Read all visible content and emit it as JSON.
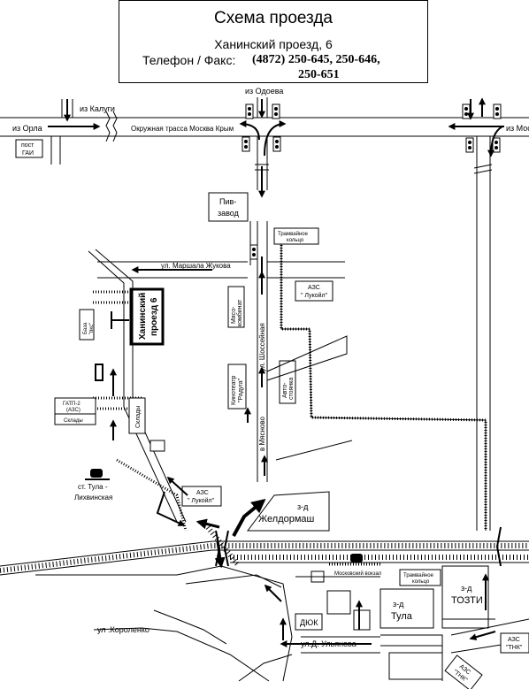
{
  "header": {
    "title": "Схема проезда",
    "address": "Ханинский проезд, 6",
    "phone_label": "Телефон / Факс:",
    "phone_line1": "(4872) 250-645, 250-646,",
    "phone_line2": "250-651"
  },
  "labels": {
    "from_odoev": "из Одоева",
    "from_kaluga": "из Калуги",
    "from_orel": "из Орла",
    "from_moscow": "из Мос",
    "ring_road": "Окружная трасса Москва Крым",
    "gai_post": [
      "пост",
      "ГАИ"
    ],
    "brewery": [
      "Пив-",
      "завод"
    ],
    "tram_ring_1": [
      "Трамвайное",
      "кольцо"
    ],
    "tram_ring_2": [
      "Трамвайное",
      "кольцо"
    ],
    "zhukov_st": "ул. Маршала Жукова",
    "target": [
      "Ханинский",
      "проезд 6"
    ],
    "meat_plant": [
      "Мясо-",
      "комбинат"
    ],
    "azs_lukoil_1": [
      "АЗС",
      "\" Лукойл\""
    ],
    "azs_lukoil_2": [
      "АЗС",
      "\" Лукойл\""
    ],
    "shosseynaya": "ул. Шоссейная",
    "base_pks": [
      "База",
      "\"пкс\""
    ],
    "cinema": [
      "Кинотеатр",
      "\"Радуга\""
    ],
    "parking": [
      "Авто-",
      "стоянка"
    ],
    "gatp": [
      "ГАТП-2",
      "(АЗС)"
    ],
    "sklady_small": "Склады",
    "sklady": "Склады",
    "to_myasnovo": "в Мясново",
    "station": [
      "ст. Тула -",
      "Лихвинская"
    ],
    "zheldormash": [
      "з-д",
      "Желдормаш"
    ],
    "moscow_station": "Московский вокзал",
    "zavod_tula": [
      "з-д",
      "Тула"
    ],
    "zavod_tozti": [
      "з-д",
      "ТОЗТИ"
    ],
    "dyuk": "ДЮК",
    "korolenko": "ул .Короленко",
    "ulyanova": "ул.Д. Ульянова",
    "azs_tnk_1": [
      "АЗС",
      "\"ТНК\""
    ],
    "azs_tnk_2": [
      "АЗС",
      "\"ТНК\""
    ]
  }
}
